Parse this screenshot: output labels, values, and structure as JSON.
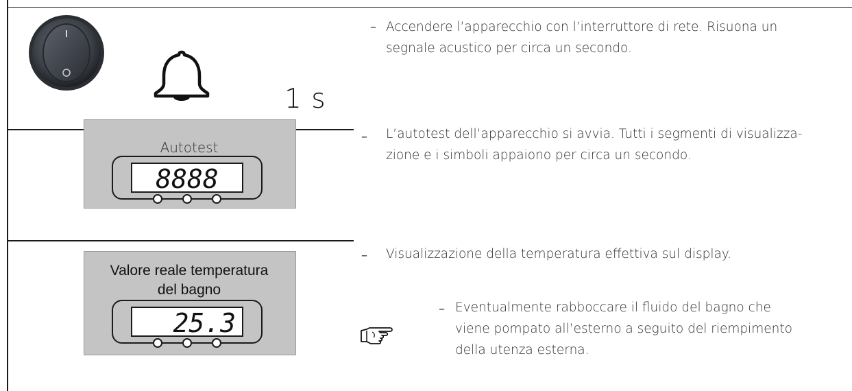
{
  "row1": {
    "unit": "1 s",
    "bullet": "–",
    "text": "Accendere l’apparecchio con l’interruttore di rete. Risuona un segnale acustico per circa un secondo."
  },
  "row2": {
    "display_label": "Autotest",
    "display_value": "8888",
    "bullet": "–",
    "text": "L’autotest dell’apparecchio si avvia. Tutti i segmenti di visualizza-zione e i simboli appaiono per circa un secondo."
  },
  "row3": {
    "display_label_line1": "Valore reale temperatura",
    "display_label_line2": "del bagno",
    "display_value": "25.3",
    "bullet": "–",
    "text": "Visualizzazione della temperatura effettiva sul display.",
    "note_bullet": "–",
    "note_line1": "Eventualmente rabboccare il fluido del bagno che",
    "note_line2": "viene pompato all’esterno a seguito del riempimento",
    "note_line3": "della utenza esterna."
  },
  "icons": [
    "power-switch-icon",
    "bell-icon",
    "pointing-hand-icon"
  ]
}
